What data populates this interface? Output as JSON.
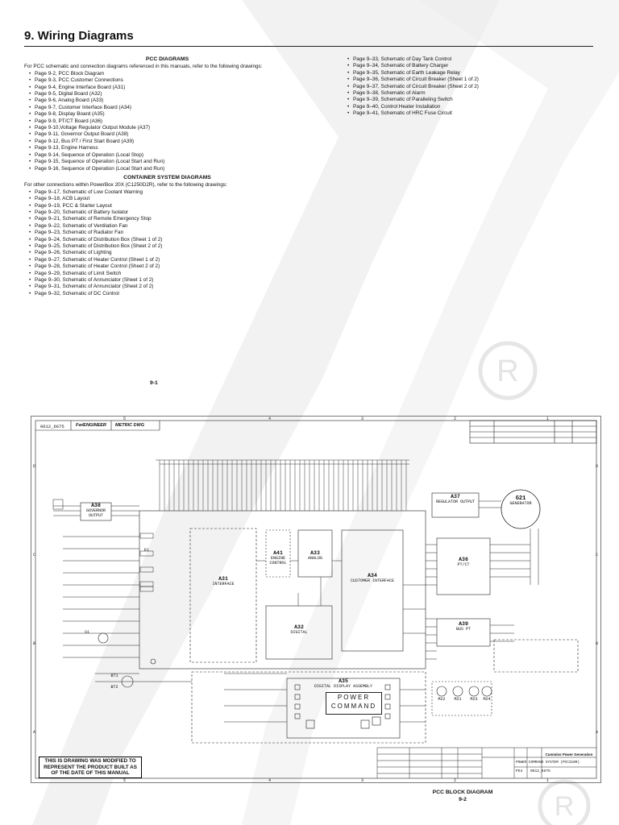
{
  "page": {
    "heading": "9. Wiring Diagrams",
    "page_number_top": "9-1",
    "caption": "PCC BLOCK DIAGRAM",
    "page_number_bottom": "9-2"
  },
  "pcc": {
    "title": "PCC DIAGRAMS",
    "intro": "For PCC schematic and connection diagrams referenced in this manuals, refer to the following drawings:",
    "items": [
      "Page 9-2, PCC Block Diagram",
      "Page 9-3, PCC Customer Connections",
      "Page 9-4, Engine Interface Board (A31)",
      "Page 9-5, Digital Board (A32)",
      "Page 9-6, Analog Board (A33)",
      "Page 9-7, Customer Interface Board (A34)",
      "Page 9-8, Display Board (A35)",
      "Page 9-9, PT/CT Board (A36)",
      "Page 9-10,Voltage Regulator Output Module (A37)",
      "Page 9-11, Governor Output Board (A38)",
      "Page 9-12, Bus PT / First Start Board (A39)",
      "Page 9-13, Engine Harness",
      "Page 9-14, Sequence of Operation (Local Stop)",
      "Page 9-15, Sequence of Operation (Local Start and Run)",
      "Page 9-16, Sequence of Operation (Local Start and Run)"
    ]
  },
  "container": {
    "title": "CONTAINER SYSTEM DIAGRAMS",
    "intro": "For other connections within PowerBox 20X (C1250D2R), refer to the following drawings:",
    "items": [
      "Page 9–17, Schematic of Low Coolant Warning",
      "Page 9–18, ACB Layout",
      "Page 9–19, PCC & Starter Layout",
      "Page 9–20, Schematic of Battery Isolator",
      "Page 9–21, Schematic of Remote Emergency Stop",
      "Page 9–22, Schematic of Ventilation Fan",
      "Page 9–23, Schematic of Radiator Fan",
      "Page 9–24, Schematic of Distribution Box (Sheet 1 of 2)",
      "Page 9–25, Schematic of Distribution Box (Sheet 2 of 2)",
      "Page 9–26, Schematic of Lighting",
      "Page 9–27, Schematic of Heater Control (Sheet 1 of 2)",
      "Page 9–28, Schematic of Heater Control (Sheet 2 of 2)",
      "Page 9–29, Schematic of Limit Switch",
      "Page 9–30, Schematic of Annunciator (Sheet 1 of 2)",
      "Page 9–31, Schematic of Annunciator (Sheet 2 of 2)",
      "Page 9–32, Schematic of DC Control"
    ]
  },
  "right_column": {
    "items": [
      "Page 9–33, Schematic of Day Tank Control",
      "Page 9–34, Schematic of Battery Charger",
      "Page 9–35, Schematic of Earth Leakage Relay",
      "Page 9–36, Schematic of Circuit Breaker (Sheet 1 of 2)",
      "Page 9–37, Schematic of Circuit Breaker (Sheet 2 of 2)",
      "Page 9–38, Schematic of Alarm",
      "Page 9–39, Schematic of Paralleling Switch",
      "Page 9–40, Control Heater Installation",
      "Page 9–41, Schematic of HRC Fuse Circuit"
    ]
  },
  "drawing": {
    "number": "0612_6675",
    "fw_label": "Fw/ENGINEER",
    "metric_label": "METRIC DWG",
    "modification_note": "THIS IS DRAWING WAS MODIFIED TO REPRESENT THE PRODUCT BUILT AS OF THE DATE OF THIS MANUAL",
    "blocks": {
      "a38_id": "A38",
      "a38_name": "GOVERNOR OUTPUT",
      "a37_id": "A37",
      "a37_name": "REGULATOR OUTPUT",
      "g21_id": "G21",
      "g21_name": "GENERATOR",
      "a31_id": "A31",
      "a31_name": "INTERFACE",
      "a41_id": "A41",
      "a41_name": "ENGINE CONTROL",
      "a33_id": "A33",
      "a33_name": "ANALOG",
      "a34_id": "A34",
      "a34_name": "CUSTOMER INTERFACE",
      "a32_id": "A32",
      "a32_name": "DIGITAL",
      "a36_id": "A36",
      "a36_name": "PT/CT",
      "a39_id": "A39",
      "a39_name": "BUS PT",
      "a35_id": "A35",
      "a35_name": "DIGITAL DISPLAY ASSEMBLY",
      "power_command": "POWER COMMAND",
      "m22": "M22",
      "m21": "M21",
      "m23": "M23",
      "m24": "M24",
      "bt1": "BT1",
      "bt2": "BT2",
      "e1": "E1",
      "s1": "S1"
    },
    "title_block": {
      "company": "Cummins Power Generation",
      "title": "POWER COMMAND SYSTEM (PCC3100)",
      "sheet": "PG4",
      "number": "0612_6675"
    }
  }
}
